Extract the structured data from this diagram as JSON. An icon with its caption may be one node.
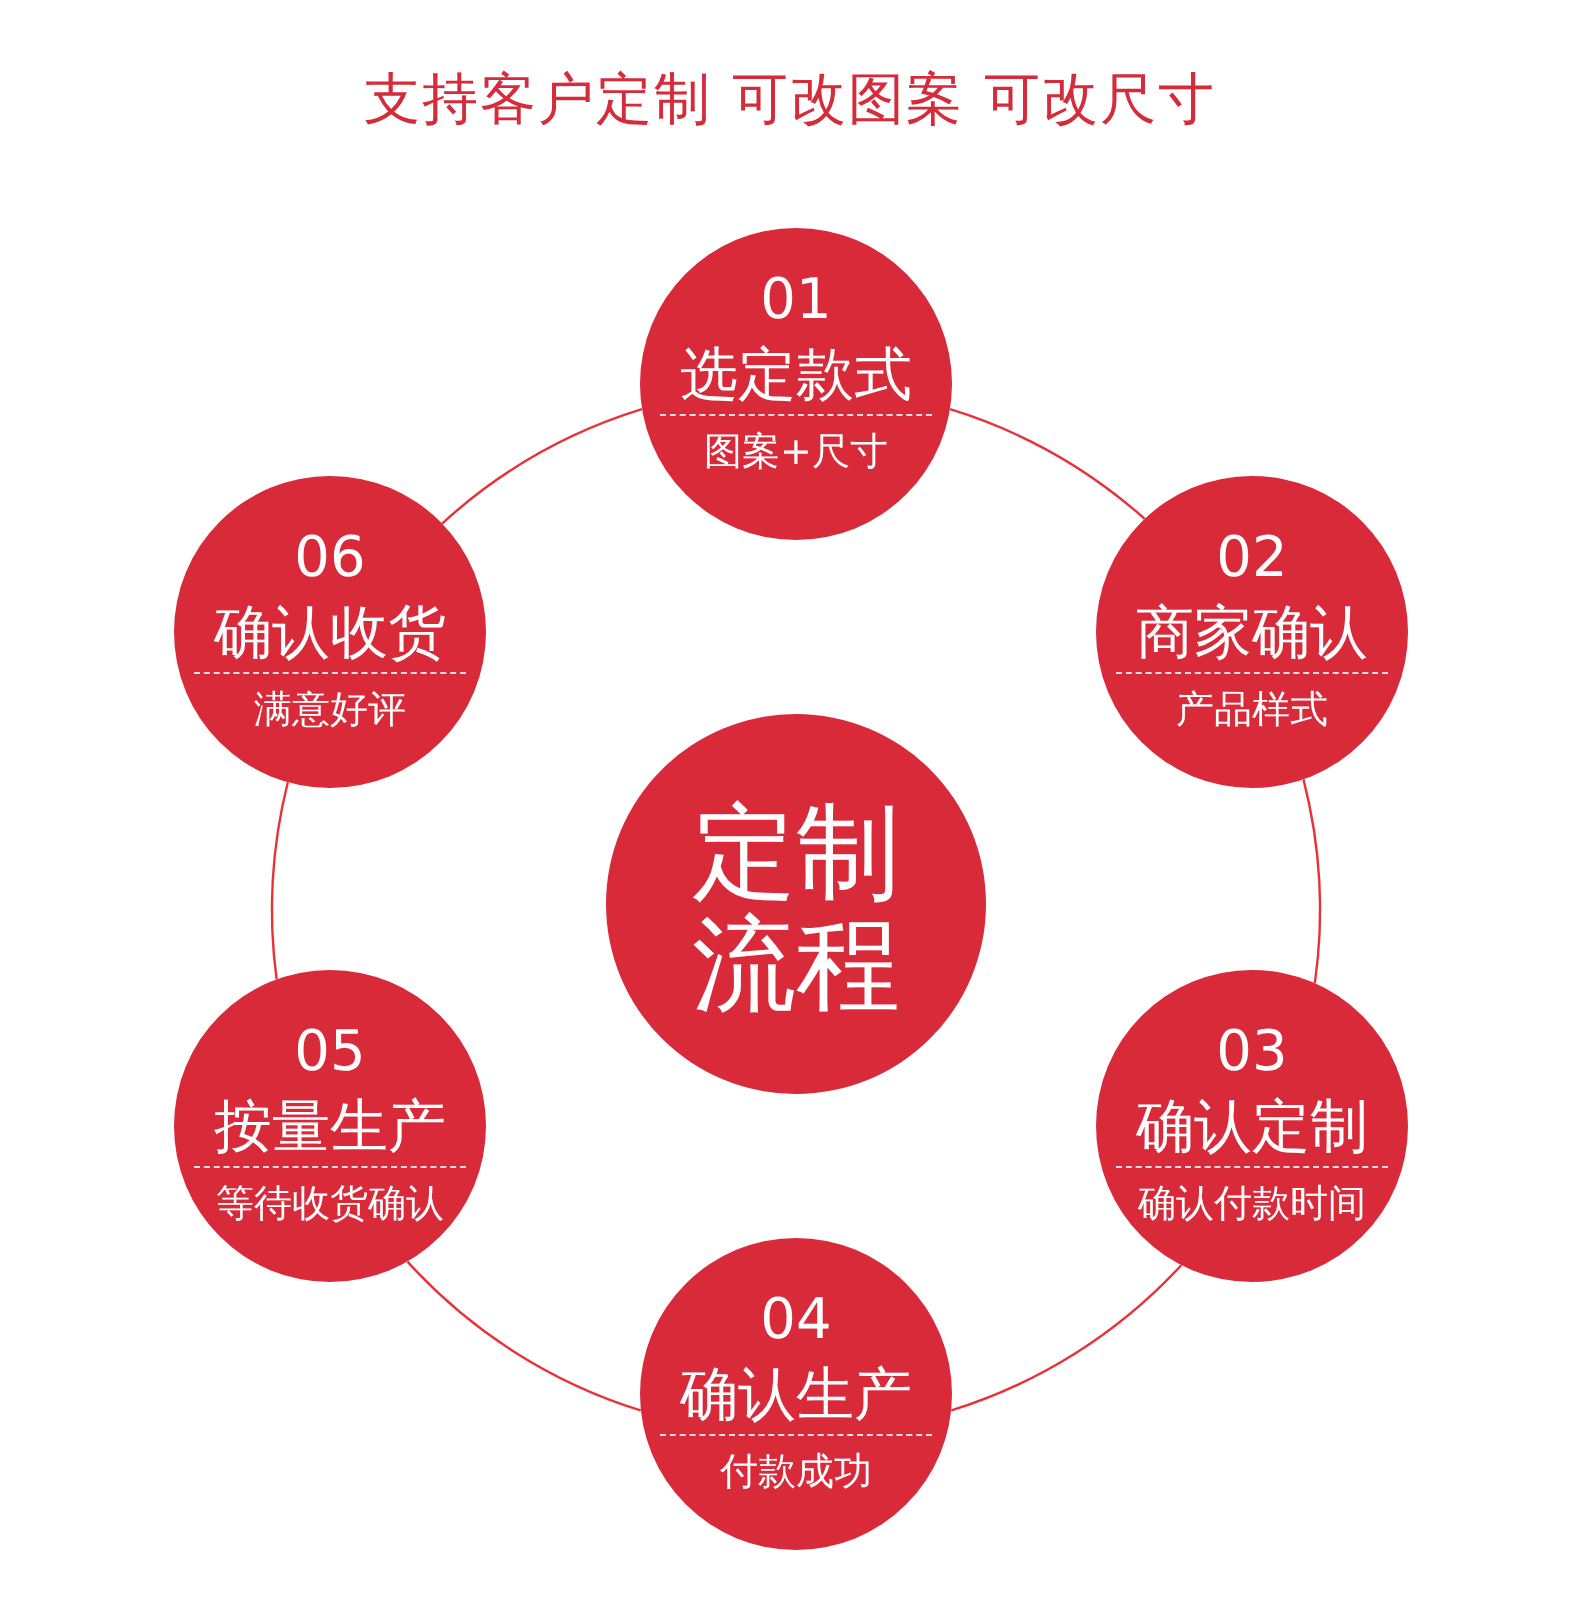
{
  "diagram": {
    "title": "支持客户定制 可改图案 可改尺寸",
    "nodes": [
      {
        "text": [
          "01",
          "选定款式",
          "图案+尺寸"
        ]
      },
      {
        "text": [
          "02",
          "商家确认",
          "产品样式"
        ]
      },
      {
        "text": [
          "03",
          "确认定制",
          "确认付款时间"
        ]
      },
      {
        "text": [
          "04",
          "确认生产",
          "付款成功"
        ]
      },
      {
        "text": [
          "05",
          "按量生产",
          "等待收货确认"
        ]
      },
      {
        "text": [
          "06",
          "确认收货",
          "满意好评"
        ]
      },
      {
        "text": [
          "定制流程"
        ]
      }
    ],
    "edges": [
      {
        "from": 0,
        "to": 1,
        "arrow": "none"
      },
      {
        "from": 1,
        "to": 2,
        "arrow": "none"
      },
      {
        "from": 2,
        "to": 3,
        "arrow": "none"
      },
      {
        "from": 3,
        "to": 4,
        "arrow": "none"
      },
      {
        "from": 4,
        "to": 5,
        "arrow": "none"
      },
      {
        "from": 5,
        "to": 0,
        "arrow": "none"
      }
    ]
  }
}
